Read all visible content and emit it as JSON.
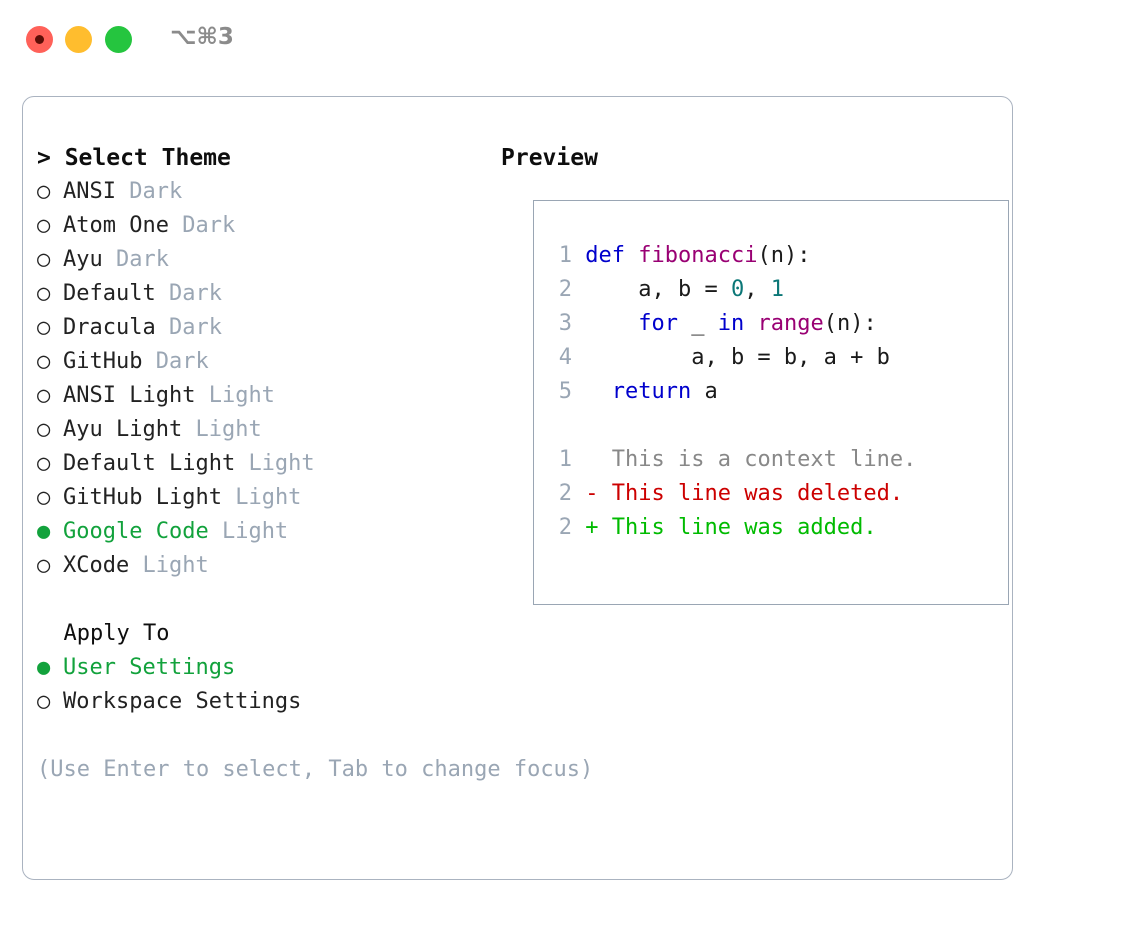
{
  "titlebar": {
    "shortcut": "⌥⌘3",
    "buttons": [
      {
        "name": "close",
        "color": "#ff6159"
      },
      {
        "name": "minimize",
        "color": "#ffbd2e"
      },
      {
        "name": "maximize",
        "color": "#25c53f"
      }
    ]
  },
  "left": {
    "title": "> Select Theme",
    "themes": [
      {
        "marker": "○",
        "name": "ANSI",
        "tag": "Dark",
        "selected": false
      },
      {
        "marker": "○",
        "name": "Atom One",
        "tag": "Dark",
        "selected": false
      },
      {
        "marker": "○",
        "name": "Ayu",
        "tag": "Dark",
        "selected": false
      },
      {
        "marker": "○",
        "name": "Default",
        "tag": "Dark",
        "selected": false
      },
      {
        "marker": "○",
        "name": "Dracula",
        "tag": "Dark",
        "selected": false
      },
      {
        "marker": "○",
        "name": "GitHub",
        "tag": "Dark",
        "selected": false
      },
      {
        "marker": "○",
        "name": "ANSI Light",
        "tag": "Light",
        "selected": false
      },
      {
        "marker": "○",
        "name": "Ayu Light",
        "tag": "Light",
        "selected": false
      },
      {
        "marker": "○",
        "name": "Default Light",
        "tag": "Light",
        "selected": false
      },
      {
        "marker": "○",
        "name": "GitHub Light",
        "tag": "Light",
        "selected": false
      },
      {
        "marker": "●",
        "name": "Google Code",
        "tag": "Light",
        "selected": true
      },
      {
        "marker": "○",
        "name": "XCode",
        "tag": "Light",
        "selected": false
      }
    ],
    "apply_to_label": "  Apply To",
    "apply_to": [
      {
        "marker": "●",
        "name": "User Settings",
        "selected": true
      },
      {
        "marker": "○",
        "name": "Workspace Settings",
        "selected": false
      }
    ],
    "hint": "(Use Enter to select, Tab to change focus)"
  },
  "right": {
    "title": "Preview",
    "code": [
      {
        "n": "1",
        "tokens": [
          {
            "t": "def",
            "c": "k"
          },
          {
            "t": " ",
            "c": "pl"
          },
          {
            "t": "fibonacci",
            "c": "fn"
          },
          {
            "t": "(n):",
            "c": "pl"
          }
        ]
      },
      {
        "n": "2",
        "tokens": [
          {
            "t": "    a, b = ",
            "c": "pl"
          },
          {
            "t": "0",
            "c": "num"
          },
          {
            "t": ", ",
            "c": "pl"
          },
          {
            "t": "1",
            "c": "num"
          }
        ]
      },
      {
        "n": "3",
        "tokens": [
          {
            "t": "    ",
            "c": "pl"
          },
          {
            "t": "for",
            "c": "k"
          },
          {
            "t": " _ ",
            "c": "pl"
          },
          {
            "t": "in",
            "c": "k"
          },
          {
            "t": " ",
            "c": "pl"
          },
          {
            "t": "range",
            "c": "fn"
          },
          {
            "t": "(n):",
            "c": "pl"
          }
        ]
      },
      {
        "n": "4",
        "tokens": [
          {
            "t": "        a, b = b, a + b",
            "c": "pl"
          }
        ]
      },
      {
        "n": "5",
        "tokens": [
          {
            "t": "  ",
            "c": "pl"
          },
          {
            "t": "return",
            "c": "k"
          },
          {
            "t": " a",
            "c": "pl"
          }
        ]
      }
    ],
    "diff": [
      {
        "n": "1",
        "sign": "  ",
        "text": "This is a context line.",
        "kind": "ctx"
      },
      {
        "n": "2",
        "sign": "- ",
        "text": "This line was deleted.",
        "kind": "del"
      },
      {
        "n": "2",
        "sign": "+ ",
        "text": "This line was added.",
        "kind": "add"
      }
    ]
  },
  "colors": {
    "selected_green": "#12a23c",
    "muted_tag": "#9aa6b4",
    "keyword_blue": "#0000cc",
    "function_magenta": "#990073",
    "number_teal": "#0b7777",
    "diff_deleted_red": "#cc0000",
    "diff_added_green": "#00bb00",
    "diff_context_gray": "#888888",
    "border_gray": "#aab3c0"
  }
}
